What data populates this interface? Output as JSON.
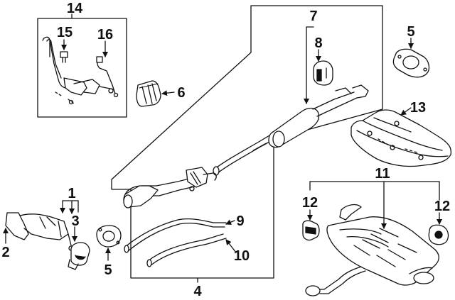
{
  "diagram": {
    "callouts": {
      "c1": "1",
      "c2": "2",
      "c3": "3",
      "c4": "4",
      "c5a": "5",
      "c5b": "5",
      "c6": "6",
      "c7": "7",
      "c8": "8",
      "c9": "9",
      "c10": "10",
      "c11": "11",
      "c12a": "12",
      "c12b": "12",
      "c13": "13",
      "c14": "14",
      "c15": "15",
      "c16": "16"
    },
    "colors": {
      "line": "#111111",
      "part_fill": "#ffffff",
      "shade": "#9a9a9a",
      "shade_light": "#d4d4d4"
    }
  }
}
